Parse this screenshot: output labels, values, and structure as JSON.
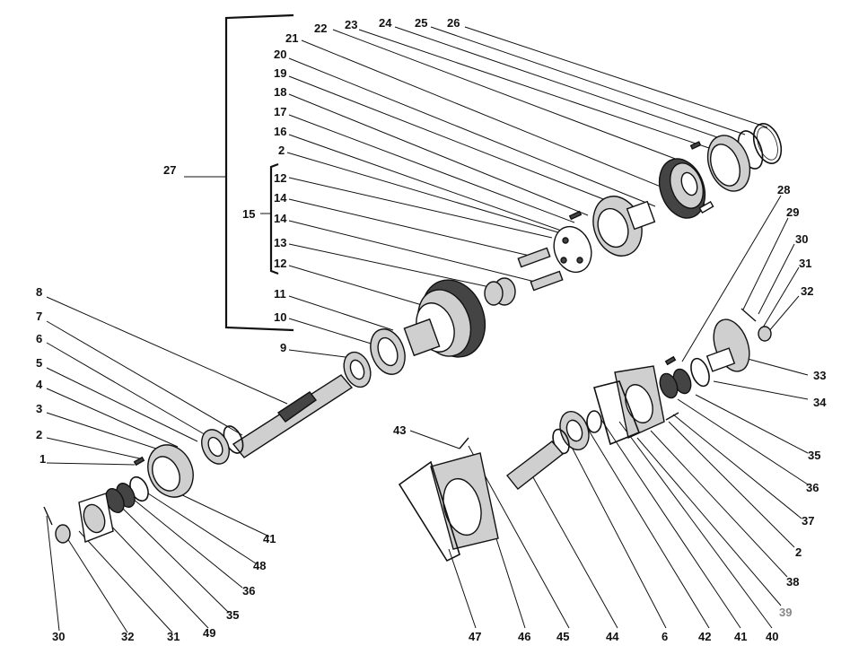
{
  "labels": [
    {
      "id": "l27",
      "text": "27"
    },
    {
      "id": "l22",
      "text": "22"
    },
    {
      "id": "l23",
      "text": "23"
    },
    {
      "id": "l24",
      "text": "24"
    },
    {
      "id": "l25",
      "text": "25"
    },
    {
      "id": "l26",
      "text": "26"
    },
    {
      "id": "l21",
      "text": "21"
    },
    {
      "id": "l20",
      "text": "20"
    },
    {
      "id": "l19",
      "text": "19"
    },
    {
      "id": "l18",
      "text": "18"
    },
    {
      "id": "l17",
      "text": "17"
    },
    {
      "id": "l16",
      "text": "16"
    },
    {
      "id": "l2a",
      "text": "2"
    },
    {
      "id": "l12a",
      "text": "12"
    },
    {
      "id": "l14a",
      "text": "14"
    },
    {
      "id": "l15",
      "text": "15"
    },
    {
      "id": "l14b",
      "text": "14"
    },
    {
      "id": "l13",
      "text": "13"
    },
    {
      "id": "l12b",
      "text": "12"
    },
    {
      "id": "l11",
      "text": "11"
    },
    {
      "id": "l10",
      "text": "10"
    },
    {
      "id": "l9",
      "text": "9"
    },
    {
      "id": "l8",
      "text": "8"
    },
    {
      "id": "l7",
      "text": "7"
    },
    {
      "id": "l6a",
      "text": "6"
    },
    {
      "id": "l5",
      "text": "5"
    },
    {
      "id": "l4",
      "text": "4"
    },
    {
      "id": "l3",
      "text": "3"
    },
    {
      "id": "l2b",
      "text": "2"
    },
    {
      "id": "l1",
      "text": "1"
    },
    {
      "id": "l41a",
      "text": "41"
    },
    {
      "id": "l48",
      "text": "48"
    },
    {
      "id": "l36a",
      "text": "36"
    },
    {
      "id": "l35a",
      "text": "35"
    },
    {
      "id": "l30a",
      "text": "30"
    },
    {
      "id": "l32a",
      "text": "32"
    },
    {
      "id": "l31a",
      "text": "31"
    },
    {
      "id": "l49",
      "text": "49"
    },
    {
      "id": "l28",
      "text": "28"
    },
    {
      "id": "l29",
      "text": "29"
    },
    {
      "id": "l30b",
      "text": "30"
    },
    {
      "id": "l31b",
      "text": "31"
    },
    {
      "id": "l32b",
      "text": "32"
    },
    {
      "id": "l33",
      "text": "33"
    },
    {
      "id": "l34",
      "text": "34"
    },
    {
      "id": "l35b",
      "text": "35"
    },
    {
      "id": "l36b",
      "text": "36"
    },
    {
      "id": "l37",
      "text": "37"
    },
    {
      "id": "l2c",
      "text": "2"
    },
    {
      "id": "l38",
      "text": "38"
    },
    {
      "id": "l39",
      "text": "39"
    },
    {
      "id": "l43",
      "text": "43"
    },
    {
      "id": "l47",
      "text": "47"
    },
    {
      "id": "l46",
      "text": "46"
    },
    {
      "id": "l45",
      "text": "45"
    },
    {
      "id": "l44",
      "text": "44"
    },
    {
      "id": "l6b",
      "text": "6"
    },
    {
      "id": "l42",
      "text": "42"
    },
    {
      "id": "l41b",
      "text": "41"
    },
    {
      "id": "l40",
      "text": "40"
    }
  ]
}
